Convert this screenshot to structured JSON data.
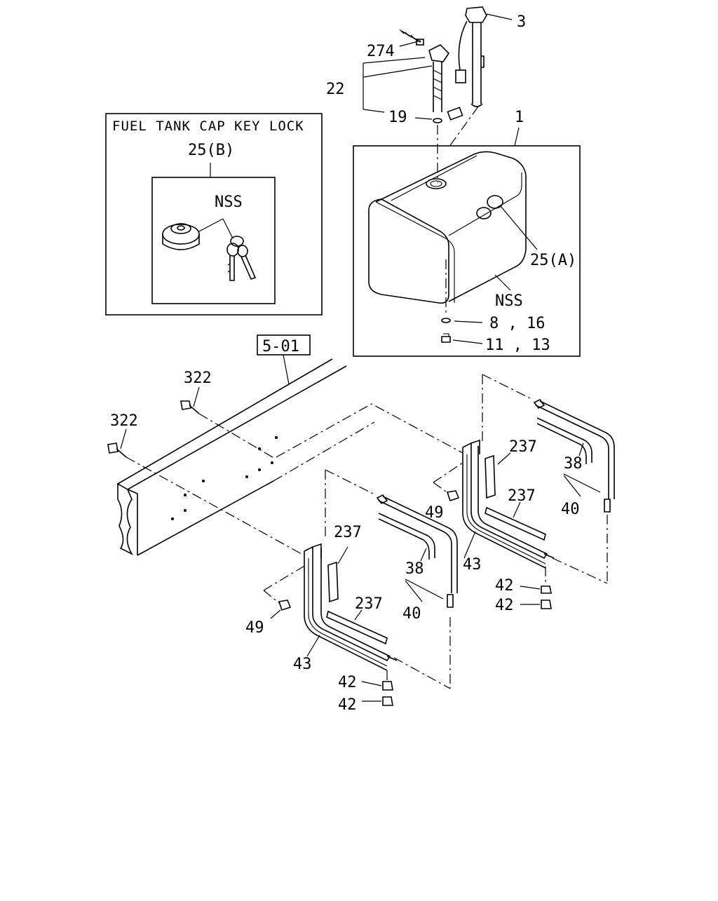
{
  "inset": {
    "title": "FUEL TANK CAP KEY LOCK",
    "ref": "25(B)",
    "nss": "NSS"
  },
  "labels": {
    "p3": "3",
    "p274": "274",
    "p22": "22",
    "p19": "19",
    "p1": "1",
    "p25a": "25(A)",
    "nss": "NSS",
    "p8_16": "8 , 16",
    "p11_13": "11 , 13",
    "ref501": "5-01",
    "p322_top": "322",
    "p322_left": "322",
    "p237_a": "237",
    "p237_b": "237",
    "p237_c": "237",
    "p237_d": "237",
    "p38_right": "38",
    "p38_left": "38",
    "p40_right": "40",
    "p40_left": "40",
    "p49_right": "49",
    "p49_left": "49",
    "p43_right": "43",
    "p43_left": "43",
    "p42_a": "42",
    "p42_b": "42",
    "p42_c": "42",
    "p42_d": "42"
  }
}
